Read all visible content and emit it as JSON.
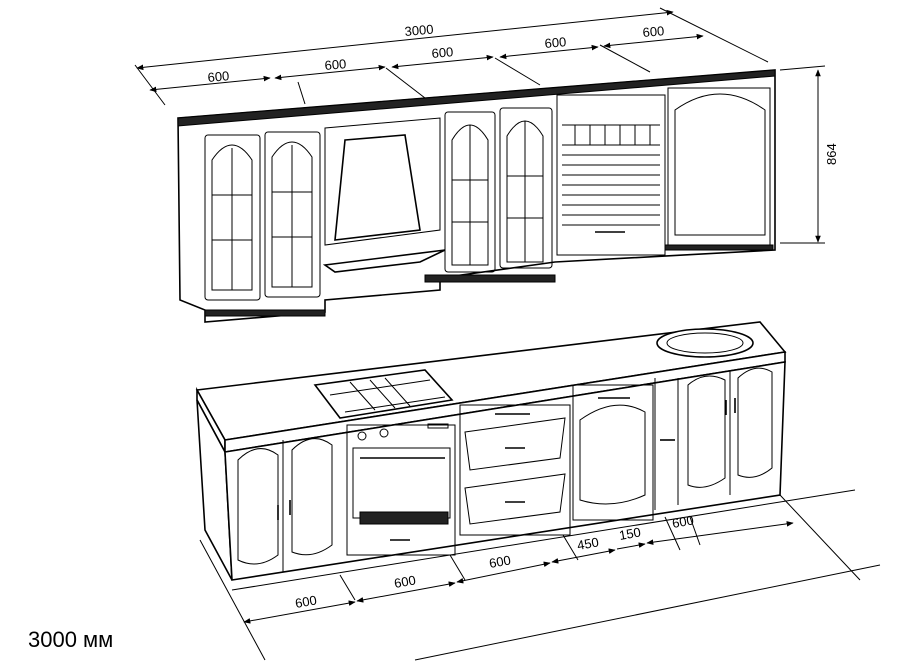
{
  "upper_dimensions": {
    "total_width": "3000",
    "sections": [
      "600",
      "600",
      "600",
      "600",
      "600"
    ],
    "height": "864"
  },
  "lower_dimensions": {
    "sections": [
      "600",
      "600",
      "600",
      "450",
      "150",
      "600"
    ]
  },
  "total_caption": "3000 мм"
}
